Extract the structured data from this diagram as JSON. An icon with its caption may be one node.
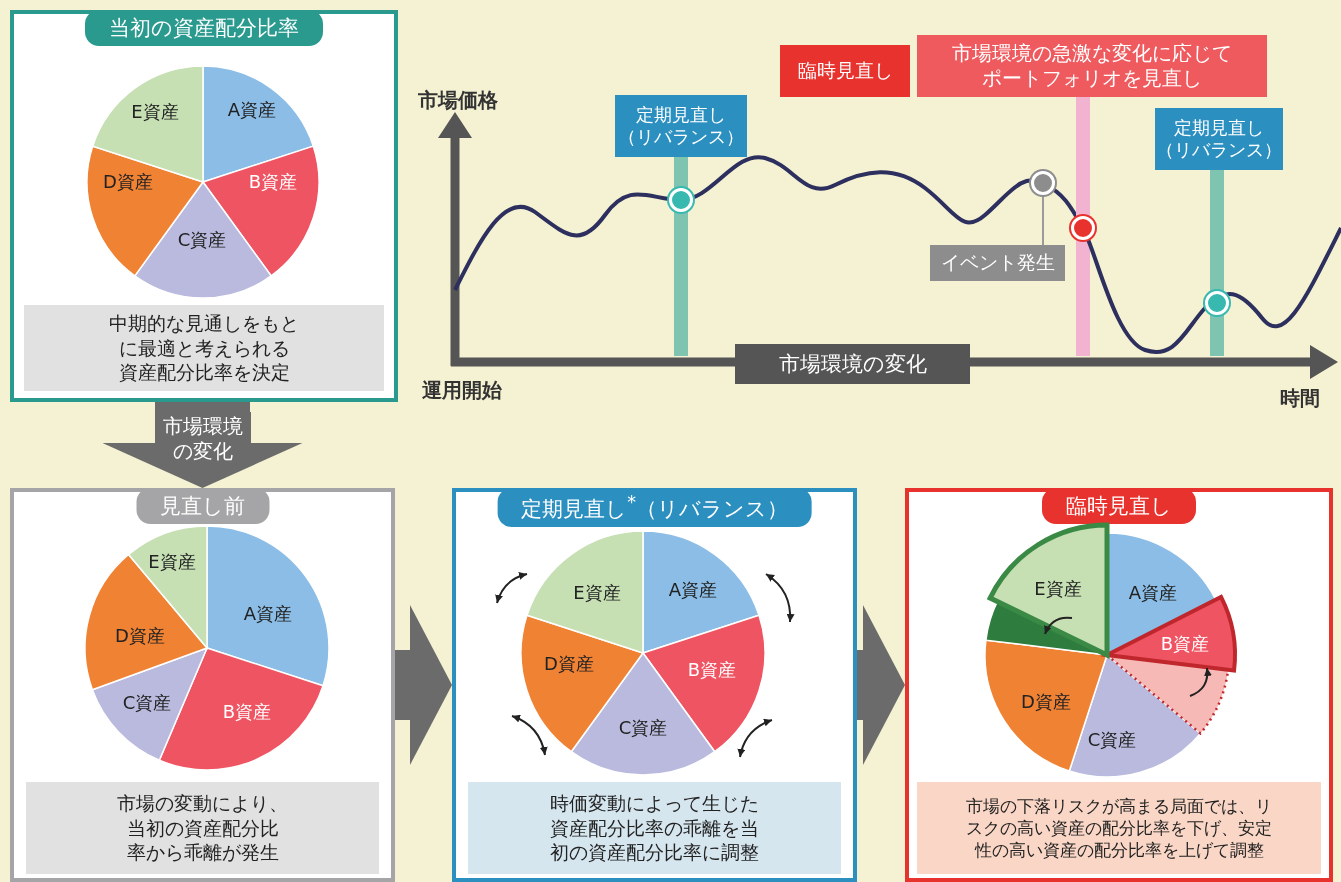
{
  "diagram": {
    "nodes": [
      {
        "text": [
          "当初の資産配分比率"
        ]
      },
      {
        "text": [
          "中期的な見通しをもとに最適と考えられる資産配分比率を決定"
        ],
        "in": 0
      },
      {
        "text": [
          "見直し前"
        ]
      },
      {
        "text": [
          "市場の変動により、当初の資産配分比率から乖離が発生"
        ],
        "in": 2
      },
      {
        "text": [
          "定期見直し$^{*}$（リバランス）"
        ]
      },
      {
        "text": [
          "時価変動によって生じた資産配分比率の乖離を当初の資産配分比率に調整"
        ],
        "in": 4
      },
      {
        "text": [
          "臨時見直し"
        ]
      },
      {
        "text": [
          "市場の下落リスクが高まる局面では、リスクの高い資産の配分比率を下げ、安定性の高い資産の配分比率を上げて調整"
        ],
        "in": 6
      },
      {
        "text": [
          "定期見直し（リバランス）"
        ]
      },
      {
        "text": [],
        "shape": "circle"
      },
      {
        "text": [
          "臨時見直し"
        ]
      },
      {
        "text": [
          "市場環境の急激な変化に応じてポートフォリオを見直し"
        ]
      },
      {
        "text": [],
        "shape": "circle"
      },
      {
        "text": [
          "イベント発生"
        ]
      },
      {
        "text": [],
        "shape": "circle"
      },
      {
        "text": [
          "定期見直し（リバランス）"
        ]
      },
      {
        "text": [],
        "shape": "circle"
      },
      {
        "text": [
          "市場環境の変化"
        ]
      }
    ],
    "edges": [
      {
        "from": 0,
        "to": 2,
        "arrow": "to",
        "label": "市場環境の変化",
        "style": "thick"
      },
      {
        "from": 2,
        "to": 4,
        "arrow": "to",
        "style": "thick"
      },
      {
        "from": 4,
        "to": 6,
        "arrow": "to",
        "style": "thick"
      },
      {
        "from": 8,
        "to": 9,
        "arrow": "none",
        "color": "#7fc4b0"
      },
      {
        "from": 13,
        "to": 12,
        "arrow": "none",
        "color": "#9a9a9a"
      },
      {
        "from": 11,
        "to": 14,
        "arrow": "none",
        "color": "#f2b3d1"
      },
      {
        "from": 15,
        "to": 16,
        "arrow": "none",
        "color": "#7fc4b0"
      }
    ],
    "labels": [
      "E資産",
      "A資産",
      "D資産",
      "B資産",
      "C資産",
      "市場価格",
      "運用開始",
      "時間",
      "E資産",
      "A資産",
      "D資産",
      "C資産",
      "B資産",
      "E資産",
      "A資産",
      "D資産",
      "B資産",
      "C資産",
      "E資産",
      "A資産",
      "B資産",
      "D資産",
      "C資産"
    ]
  }
}
